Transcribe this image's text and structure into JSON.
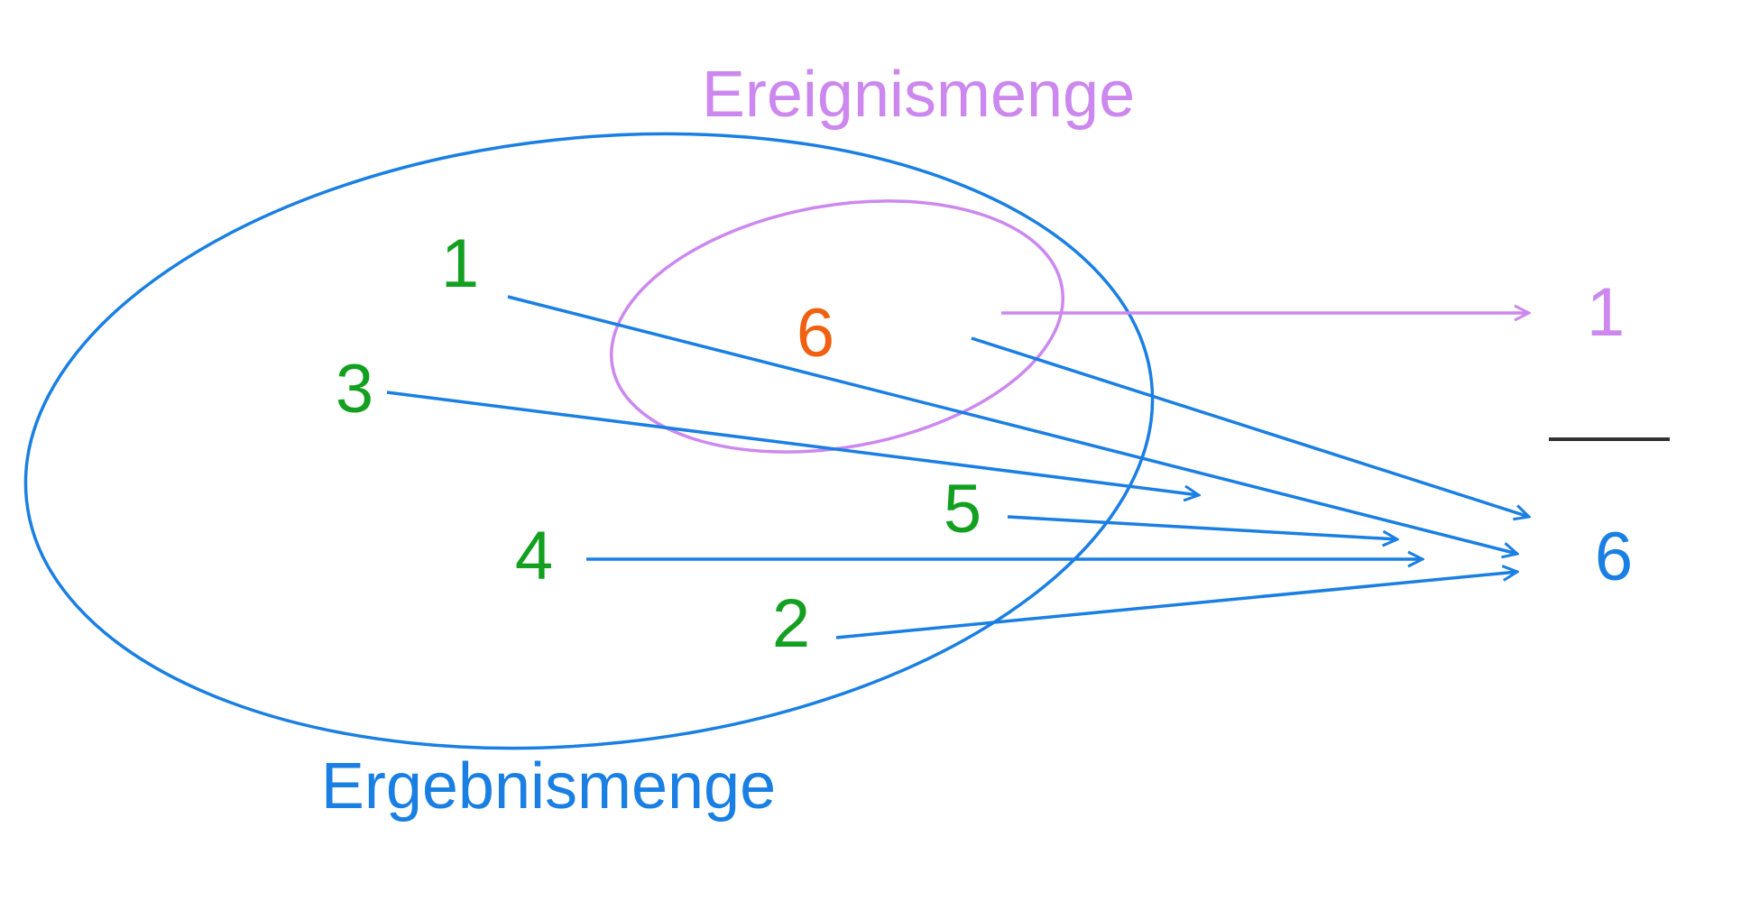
{
  "colors": {
    "ergebnis": "#1a7fe3",
    "ereignis": "#cc88ee",
    "element": "#13a020",
    "favorable": "#f06010",
    "fraction_bar": "#333333",
    "background": "#ffffff"
  },
  "sets": {
    "ereignis_label": "Ereignismenge",
    "ergebnis_label": "Ergebnismenge"
  },
  "elements": {
    "e1": "1",
    "e2": "2",
    "e3": "3",
    "e4": "4",
    "e5": "5",
    "e6": "6"
  },
  "fraction": {
    "numerator": "1",
    "denominator": "6"
  }
}
